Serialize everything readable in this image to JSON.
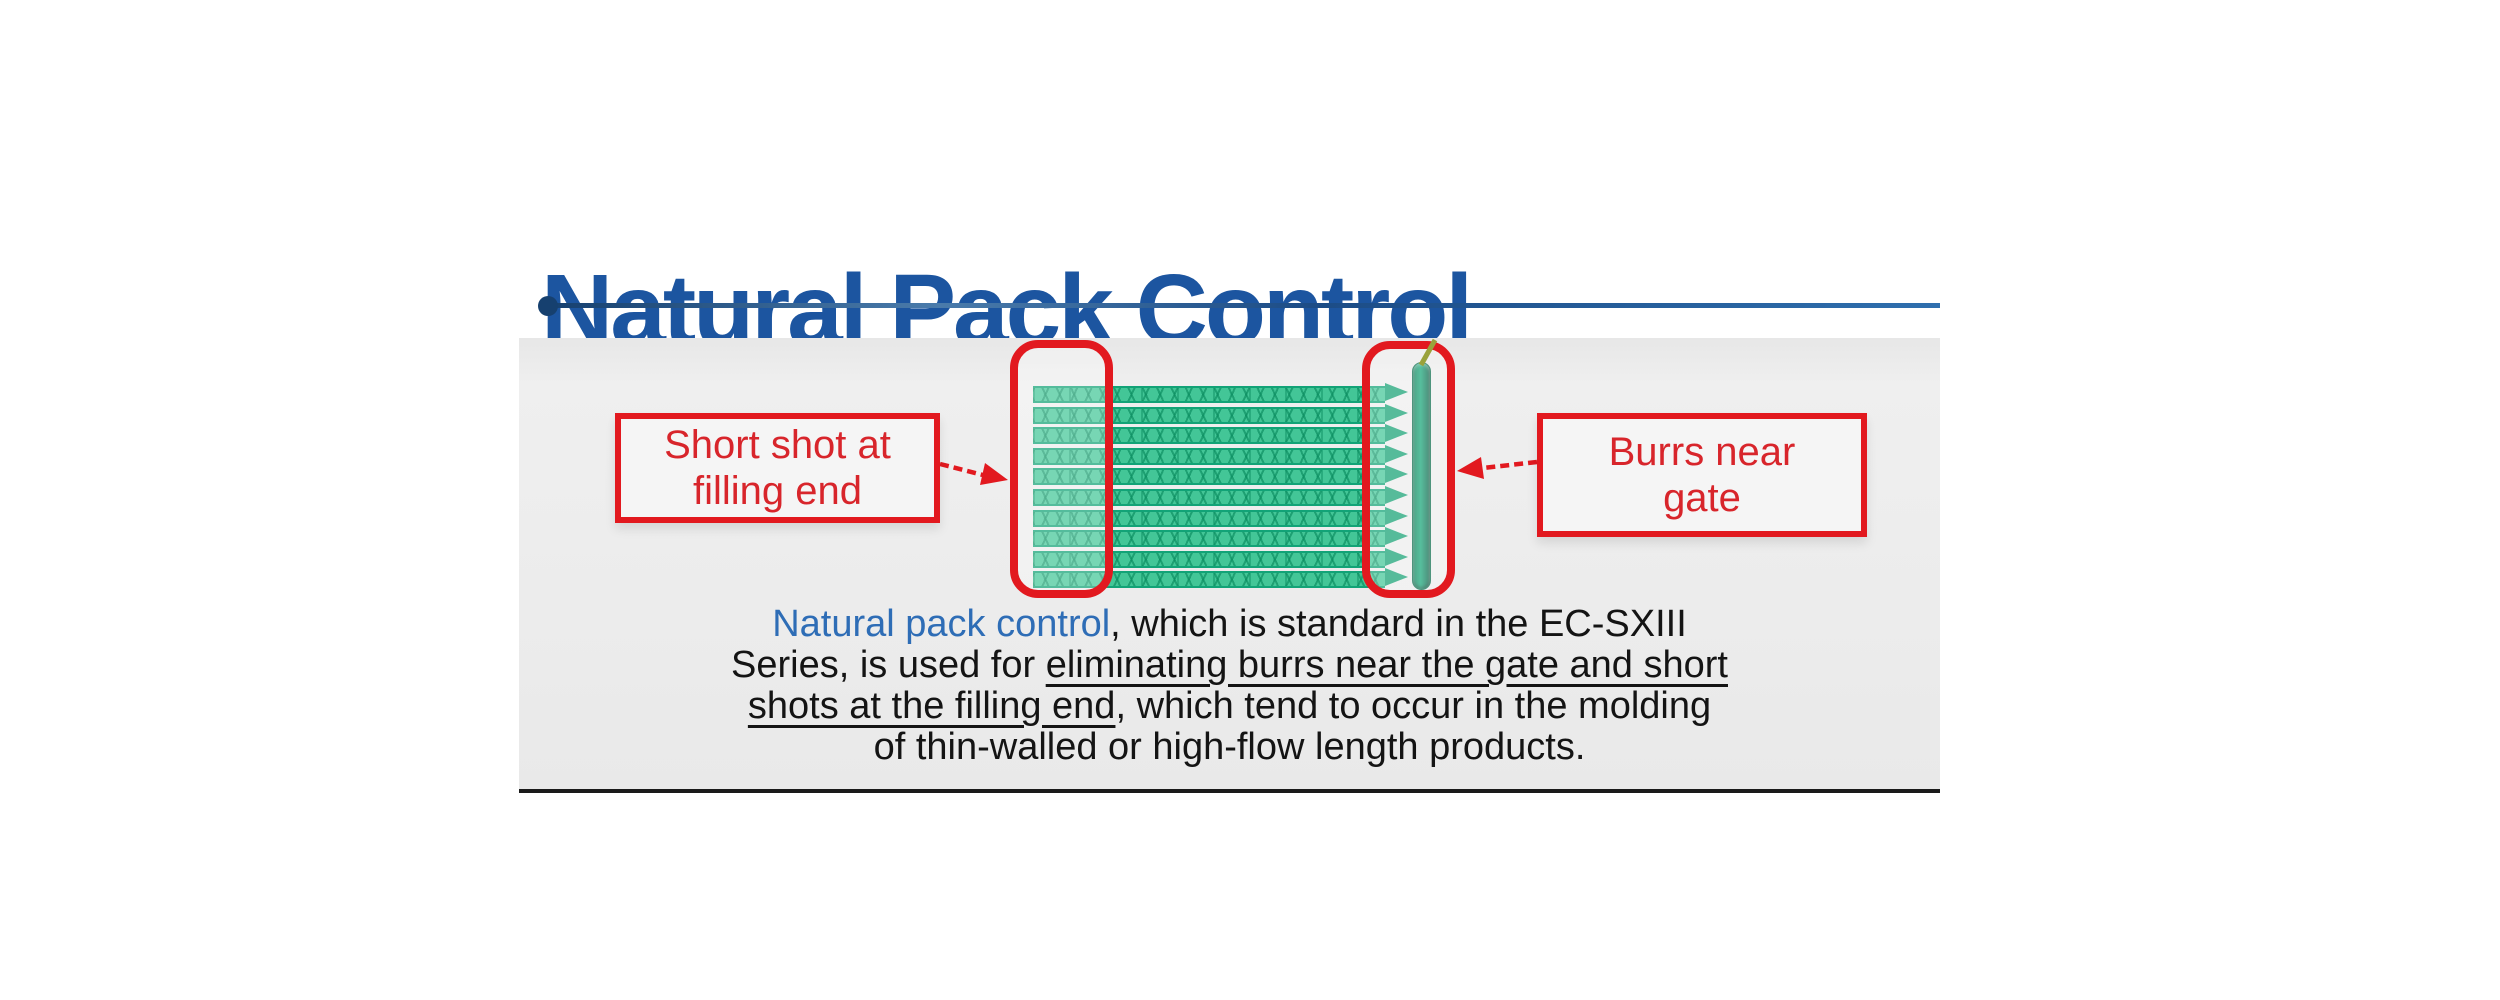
{
  "title": "Natural Pack Control",
  "panel": {
    "labels": {
      "short_shot": {
        "line1": "Short shot at",
        "line2": "filling end"
      },
      "burrs": {
        "line1": "Burrs near",
        "line2": "gate"
      }
    },
    "caption": {
      "l1_blue": "Natural pack control",
      "l1_rest": ", which is standard in the EC-SXIII",
      "l2_pre": "Series, is used for ",
      "l2_u": "eliminating burrs near the gate and short",
      "l3_u": "shots at the filling end",
      "l3_rest": ", which tend to occur in the molding",
      "l4": "of thin-walled or high-flow length products."
    }
  },
  "diagram": {
    "bar_count": 10,
    "flow_direction": "right"
  },
  "colors": {
    "title_blue": "#1c55a0",
    "body_blue": "#2e6db6",
    "highlight_red": "#e2191f",
    "label_red": "#d8252b",
    "bar_green": "#43c697",
    "bar_edge_green": "#12a377",
    "rod_green": "#0e8a60",
    "sprue_olive": "#9aa23b",
    "panel_gray": "#ebebeb"
  }
}
